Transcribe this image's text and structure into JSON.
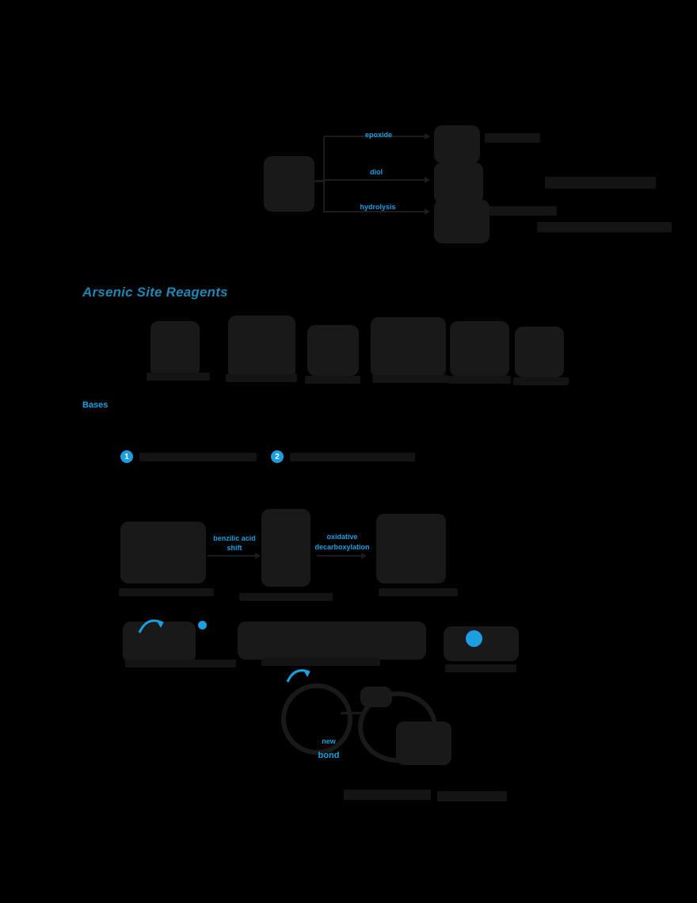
{
  "palette": {
    "background": "#000000",
    "ink": "#191919",
    "blue_label": "#1b9fe0",
    "heading_teal": "#1e85b4",
    "badge_text": "#ffffff"
  },
  "top_scheme": {
    "arrow_labels": [
      "epoxide",
      "diol",
      "hydrolysis"
    ]
  },
  "heading": {
    "text": "Arsenic Site Reagents"
  },
  "section_label": {
    "text": "Bases"
  },
  "list": {
    "badges": [
      {
        "number": "1"
      },
      {
        "number": "2"
      }
    ]
  },
  "mid_scheme": {
    "arrow1_line1": "benzilic acid",
    "arrow1_line2": "shift",
    "arrow2_line1": "oxidative",
    "arrow2_line2": "decarboxylation"
  },
  "bottom_scheme": {
    "label1": "new",
    "label2": "bond"
  }
}
